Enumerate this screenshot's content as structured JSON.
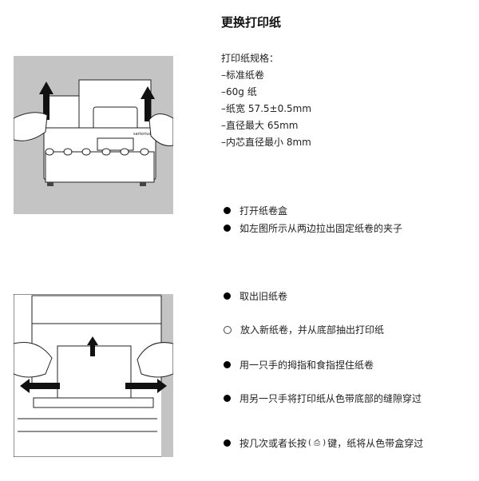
{
  "title": "更换打印纸",
  "specs": {
    "heading": "打印纸规格：",
    "items": [
      "–标准纸卷",
      "–60g 纸",
      "–纸宽 57.5±0.5mm",
      "–直径最大 65mm",
      "–内芯直径最小 8mm"
    ]
  },
  "steps_top": [
    "打开纸卷盒",
    "如左图所示从两边拉出固定纸卷的夹子"
  ],
  "steps_bottom": [
    "取出旧纸卷",
    "放入新纸卷，并从底部抽出打印纸",
    "用一只手的拇指和食指捏住纸卷",
    "用另一只手将打印纸从色带底部的缝隙穿过"
  ],
  "last_step": {
    "before": "按几次或者长按",
    "key": "(  ⎙  )",
    "after": "键，纸将从色带盒穿过"
  },
  "figure1": {
    "brand": "sartorius"
  },
  "colors": {
    "figure_bg": "#c4c4c4"
  }
}
